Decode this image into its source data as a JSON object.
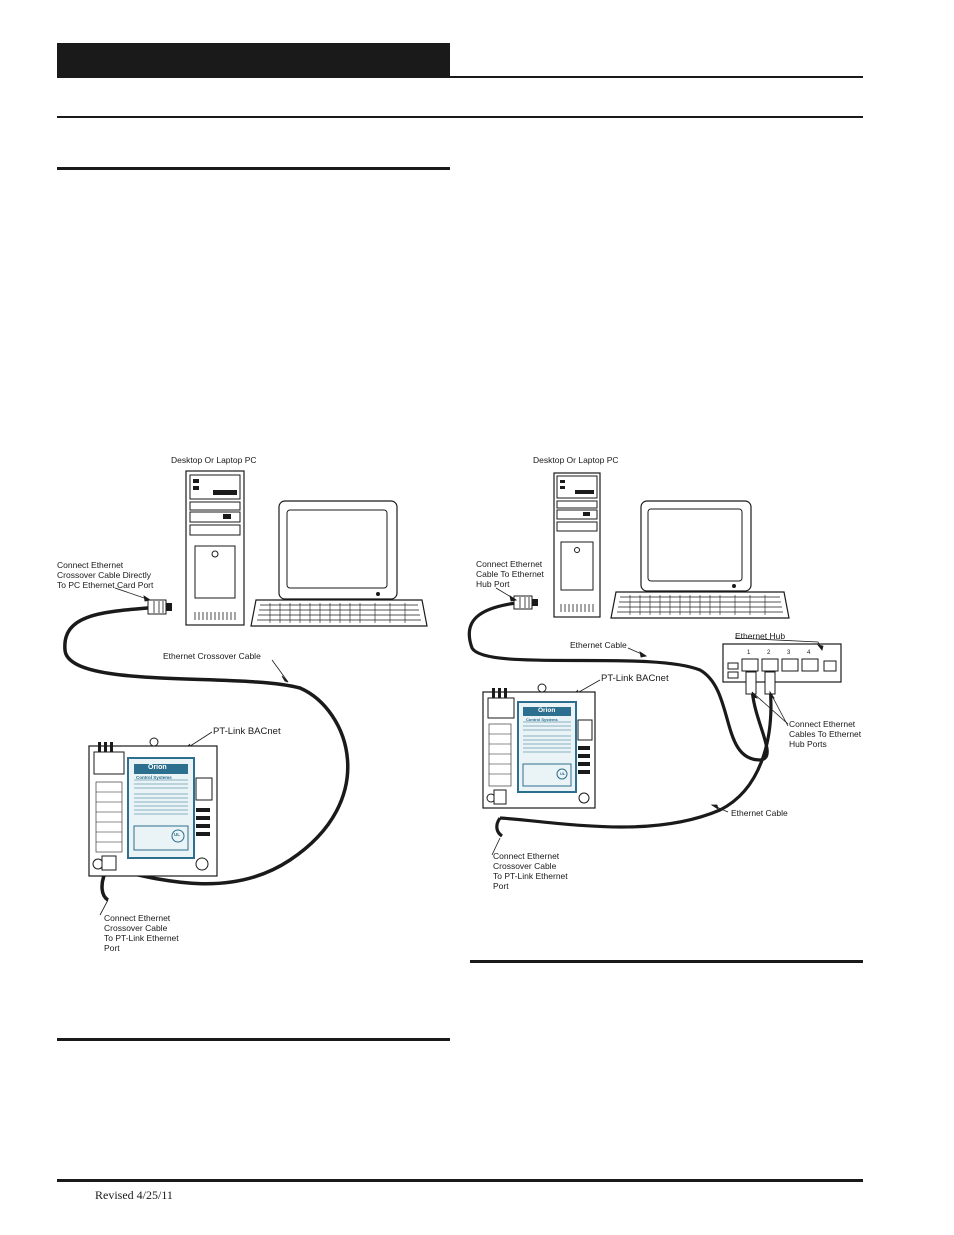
{
  "left_figure": {
    "pc_label": "Desktop Or Laptop PC",
    "pc_connect_label": [
      "Connect Ethernet",
      "Crossover Cable Directly",
      "To PC Ethernet Card Port"
    ],
    "cable_label": "Ethernet Crossover Cable",
    "device_label": "PT-Link BACnet",
    "device_connect_label": [
      "Connect Ethernet",
      "Crossover Cable",
      "To PT-Link Ethernet",
      "Port"
    ]
  },
  "right_figure": {
    "pc_label": "Desktop Or Laptop PC",
    "pc_connect_label": [
      "Connect Ethernet",
      "Cable To Ethernet",
      "Hub Port"
    ],
    "cable_top_label": "Ethernet Cable",
    "device_label": "PT-Link BACnet",
    "hub_label": "Ethernet Hub",
    "hub_ports": [
      "1",
      "2",
      "3",
      "4"
    ],
    "hub_connect_label": [
      "Connect Ethernet",
      "Cables To  Ethernet",
      "Hub Ports"
    ],
    "cable_bottom_label": "Ethernet Cable",
    "device_connect_label": [
      "Connect Ethernet",
      "Crossover Cable",
      "To PT-Link Ethernet",
      "Port"
    ]
  },
  "device_brand": "Orion",
  "device_brand_sub": "Control Systems",
  "device_ul_mark": "UL",
  "footer": {
    "revised": "Revised 4/25/11"
  }
}
